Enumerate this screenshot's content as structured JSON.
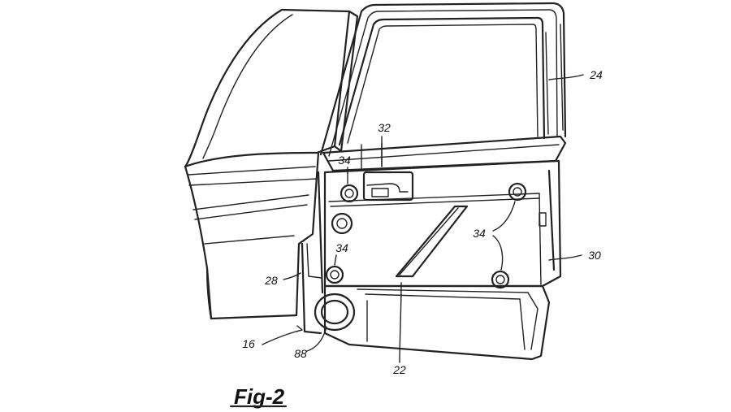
{
  "figure": {
    "caption": "Fig-2",
    "reference_numerals": {
      "door": "16",
      "armrest": "22",
      "window_frame": "24",
      "inner_panel_edge": "28",
      "trim_panel": "30",
      "handle": "32",
      "fastener_top_left": "34",
      "fastener_mid_left": "34",
      "fastener_right_group": "34",
      "speaker": "88"
    }
  }
}
